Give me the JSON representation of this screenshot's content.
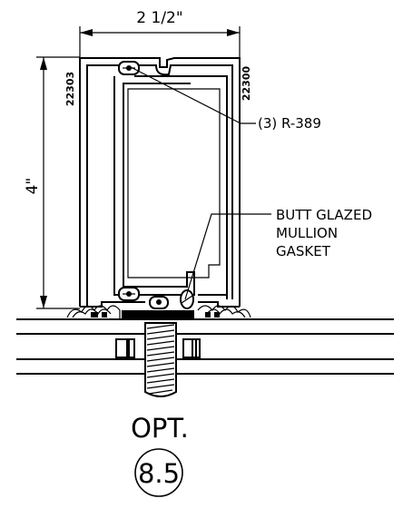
{
  "dimensions": {
    "width": "2 1/2\"",
    "height": "4\"",
    "part_left": "22303",
    "part_right": "22300"
  },
  "callouts": {
    "fastener": "(3)  R-389",
    "gasket_line1": "BUTT GLAZED",
    "gasket_line2": "MULLION",
    "gasket_line3": "GASKET"
  },
  "caption": {
    "option": "OPT.",
    "detail_number": "8.5"
  }
}
